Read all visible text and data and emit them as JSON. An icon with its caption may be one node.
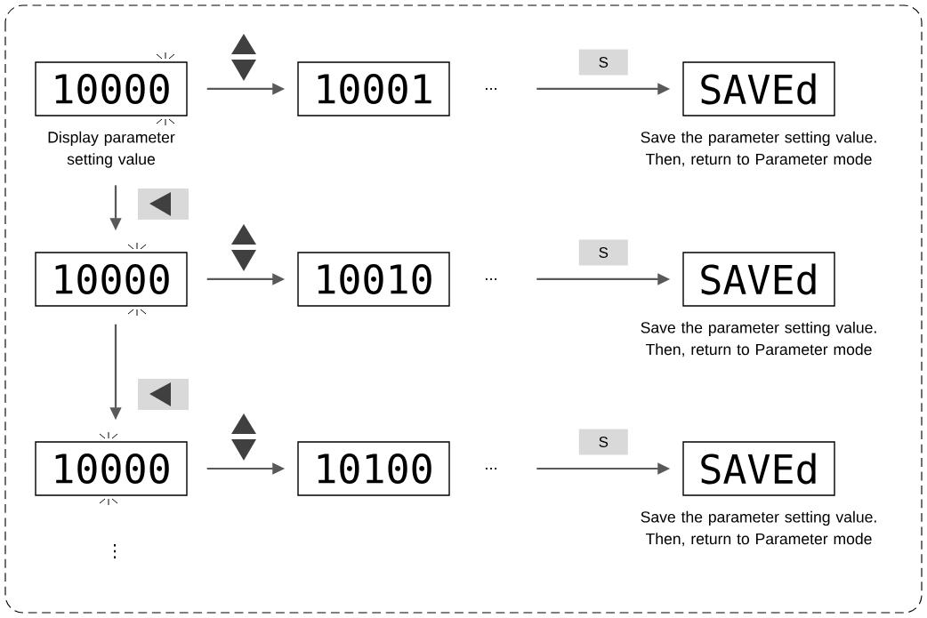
{
  "diagram": {
    "nodes": [
      {
        "text": [
          "10000"
        ],
        "beside": [
          "Display parameter setting value"
        ]
      },
      {
        "text": [
          "10001"
        ]
      },
      {
        "text": [
          "..."
        ]
      },
      {
        "text": [
          "SAVEd"
        ],
        "beside": [
          "Save the parameter setting value. Then, return to Parameter mode"
        ]
      },
      {
        "text": [
          "10000"
        ]
      },
      {
        "text": [
          "10010"
        ]
      },
      {
        "text": [
          "..."
        ]
      },
      {
        "text": [
          "SAVEd"
        ],
        "beside": [
          "Save the parameter setting value. Then, return to Parameter mode"
        ]
      },
      {
        "text": [
          "10000"
        ]
      },
      {
        "text": [
          "10100"
        ]
      },
      {
        "text": [
          "..."
        ]
      },
      {
        "text": [
          "SAVEd"
        ],
        "beside": [
          "Save the parameter setting value. Then, return to Parameter mode"
        ]
      }
    ],
    "edges": [
      {
        "from": 0,
        "to": 1,
        "arrow": "to"
      },
      {
        "from": 2,
        "to": 3,
        "arrow": "to",
        "label": "S"
      },
      {
        "from": 0,
        "to": 4,
        "arrow": "to"
      },
      {
        "from": 4,
        "to": 5,
        "arrow": "to"
      },
      {
        "from": 6,
        "to": 7,
        "arrow": "to",
        "label": "S"
      },
      {
        "from": 4,
        "to": 8,
        "arrow": "to"
      },
      {
        "from": 8,
        "to": 9,
        "arrow": "to"
      },
      {
        "from": 10,
        "to": 11,
        "arrow": "to",
        "label": "S"
      }
    ],
    "labels": [
      "⋮"
    ]
  }
}
